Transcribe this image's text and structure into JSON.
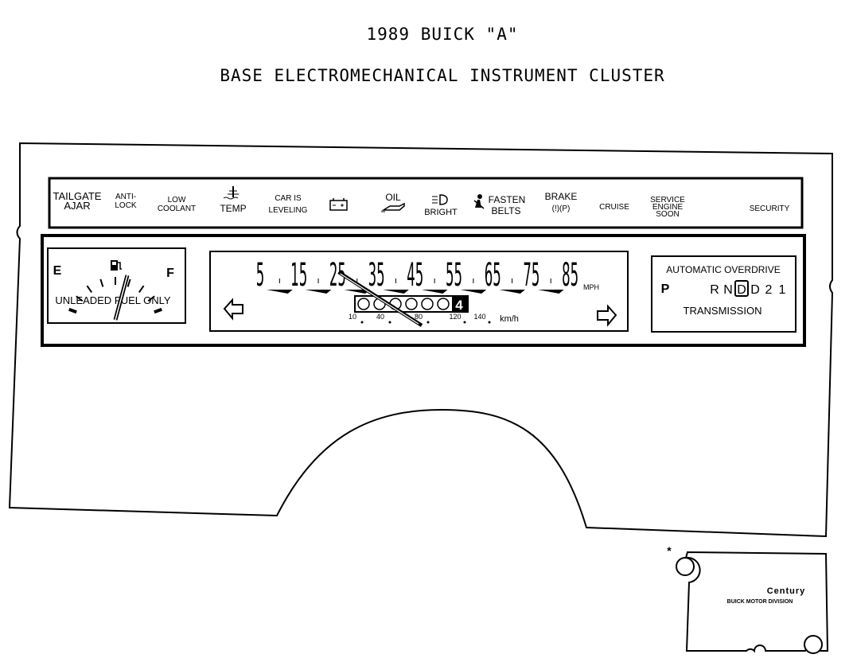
{
  "title_line1": "1989 BUICK \"A\"",
  "title_line2": "BASE ELECTROMECHANICAL INSTRUMENT CLUSTER",
  "telltales": [
    {
      "line1": "TAILGATE",
      "line2": "AJAR"
    },
    {
      "line1": "ANTI-",
      "line2": "LOCK"
    },
    {
      "line1": "LOW",
      "line2": "COOLANT"
    },
    {
      "line1": "",
      "line2": "TEMP"
    },
    {
      "line1": "CAR IS",
      "line2": "LEVELING"
    },
    {
      "line1": "",
      "line2": ""
    },
    {
      "line1": "OIL",
      "line2": ""
    },
    {
      "line1": "",
      "line2": "BRIGHT"
    },
    {
      "line1": "FASTEN",
      "line2": "BELTS"
    },
    {
      "line1": "BRAKE",
      "line2": "(!)(P)"
    },
    {
      "line1": "",
      "line2": "CRUISE"
    },
    {
      "line1": "SERVICE",
      "line2": "ENGINE",
      "line3": "SOON"
    },
    {
      "line1": "",
      "line2": "SECURITY"
    }
  ],
  "fuel_gauge": {
    "empty_label": "E",
    "full_label": "F",
    "caption": "UNLEADED FUEL ONLY",
    "icon": "fuel-pump-icon",
    "level": 0.5
  },
  "speedometer": {
    "mph_labels": [
      "5",
      "15",
      "25",
      "35",
      "45",
      "55",
      "65",
      "75",
      "85"
    ],
    "mph_unit": "MPH",
    "kmh_labels": [
      "10",
      "40",
      "80",
      "120",
      "140"
    ],
    "kmh_unit": "km/h",
    "odometer_last_digit": "4",
    "odometer_wheels": 6,
    "needle_mph": 24,
    "left_turn_icon": "left-arrow-icon",
    "right_turn_icon": "right-arrow-icon"
  },
  "transmission": {
    "header": "AUTOMATIC OVERDRIVE",
    "park": "P",
    "gears": [
      "R",
      "N",
      "D",
      "D",
      "2",
      "1"
    ],
    "selected_index": 2,
    "caption": "TRANSMISSION"
  },
  "badge": {
    "asterisk": "*",
    "name": "Century",
    "division": "BUICK MOTOR DIVISION"
  }
}
